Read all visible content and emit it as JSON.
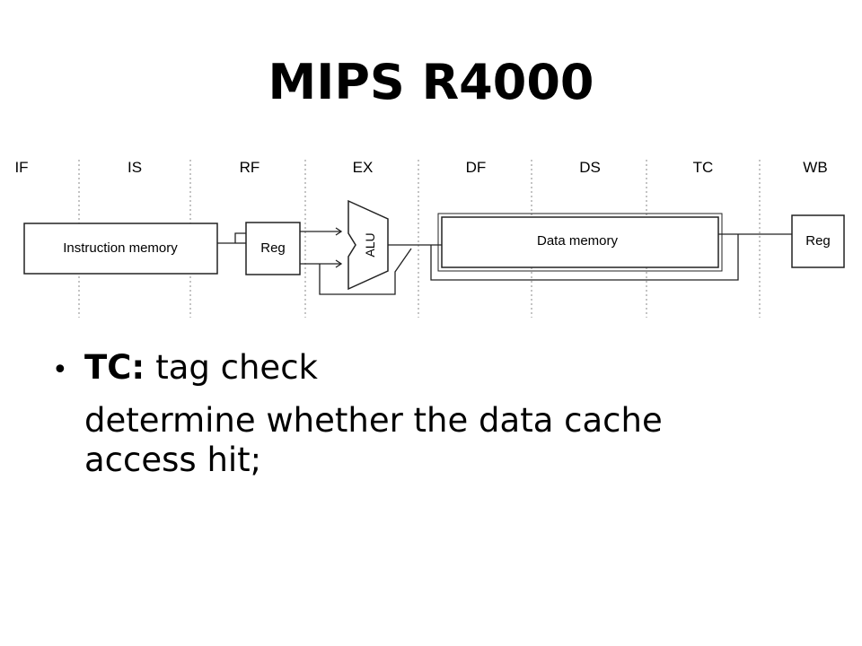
{
  "title": "MIPS R4000",
  "diagram": {
    "stages": [
      "IF",
      "IS",
      "RF",
      "EX",
      "DF",
      "DS",
      "TC",
      "WB"
    ],
    "blocks": {
      "instruction_memory": "Instruction memory",
      "reg_rf": "Reg",
      "alu": "ALU",
      "data_memory": "Data memory",
      "reg_wb": "Reg"
    }
  },
  "bullet": {
    "symbol": "•",
    "term": "TC:",
    "definition": "tag check",
    "detail": "determine whether the data cache access hit;"
  }
}
